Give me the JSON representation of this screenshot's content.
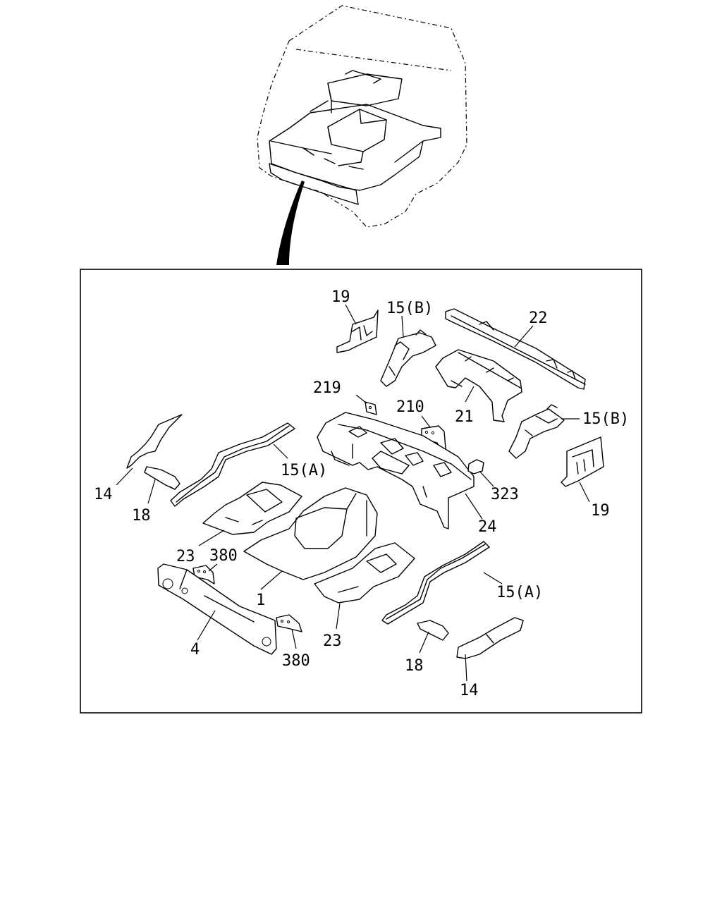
{
  "diagram": {
    "callouts": [
      {
        "id": "c-19-top",
        "label": "19"
      },
      {
        "id": "c-15b-top",
        "label": "15(B)"
      },
      {
        "id": "c-22",
        "label": "22"
      },
      {
        "id": "c-219",
        "label": "219"
      },
      {
        "id": "c-210",
        "label": "210"
      },
      {
        "id": "c-21",
        "label": "21"
      },
      {
        "id": "c-15b-right",
        "label": "15(B)"
      },
      {
        "id": "c-14-left",
        "label": "14"
      },
      {
        "id": "c-18-left",
        "label": "18"
      },
      {
        "id": "c-15a-left",
        "label": "15(A)"
      },
      {
        "id": "c-323",
        "label": "323"
      },
      {
        "id": "c-19-right",
        "label": "19"
      },
      {
        "id": "c-24",
        "label": "24"
      },
      {
        "id": "c-23-left",
        "label": "23"
      },
      {
        "id": "c-380-top",
        "label": "380"
      },
      {
        "id": "c-1",
        "label": "1"
      },
      {
        "id": "c-15a-right",
        "label": "15(A)"
      },
      {
        "id": "c-4",
        "label": "4"
      },
      {
        "id": "c-23-bottom",
        "label": "23"
      },
      {
        "id": "c-380-bottom",
        "label": "380"
      },
      {
        "id": "c-18-right",
        "label": "18"
      },
      {
        "id": "c-14-right",
        "label": "14"
      }
    ]
  }
}
